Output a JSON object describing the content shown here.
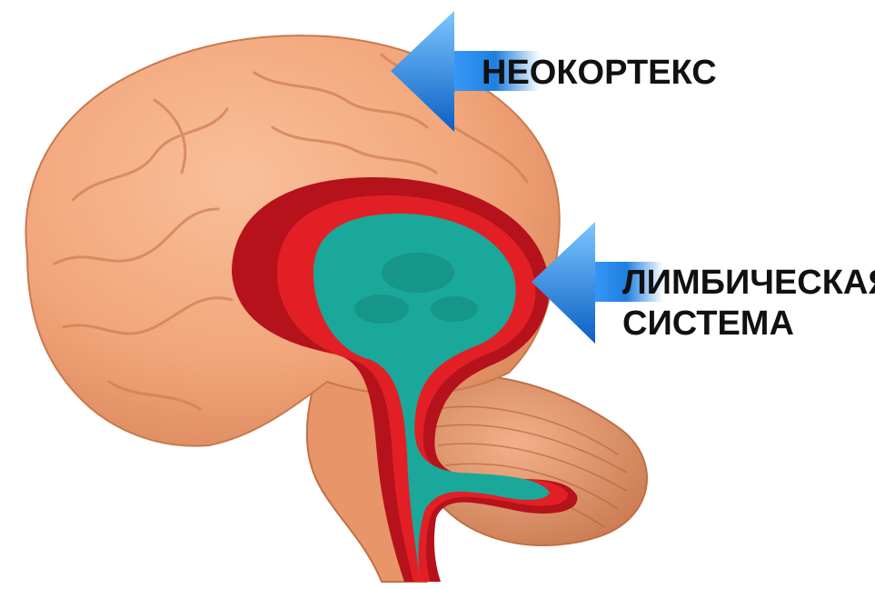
{
  "labels": {
    "neocortex": "НЕОКОРТЕКС",
    "limbic_line1": "ЛИМБИЧЕСКАЯ",
    "limbic_line2": "СИСТЕМА"
  },
  "colors": {
    "background": "#ffffff",
    "brain": "#f2a57a",
    "brain_shadow": "#d98459",
    "limbic_red": "#e31f26",
    "limbic_dark_red": "#b5121b",
    "limbic_teal": "#1aa89a",
    "arrow_blue": "#1f7fe0",
    "text": "#111111"
  },
  "icons": {
    "neocortex_pointer": "arrow-left-icon",
    "limbic_pointer": "arrow-left-icon"
  }
}
